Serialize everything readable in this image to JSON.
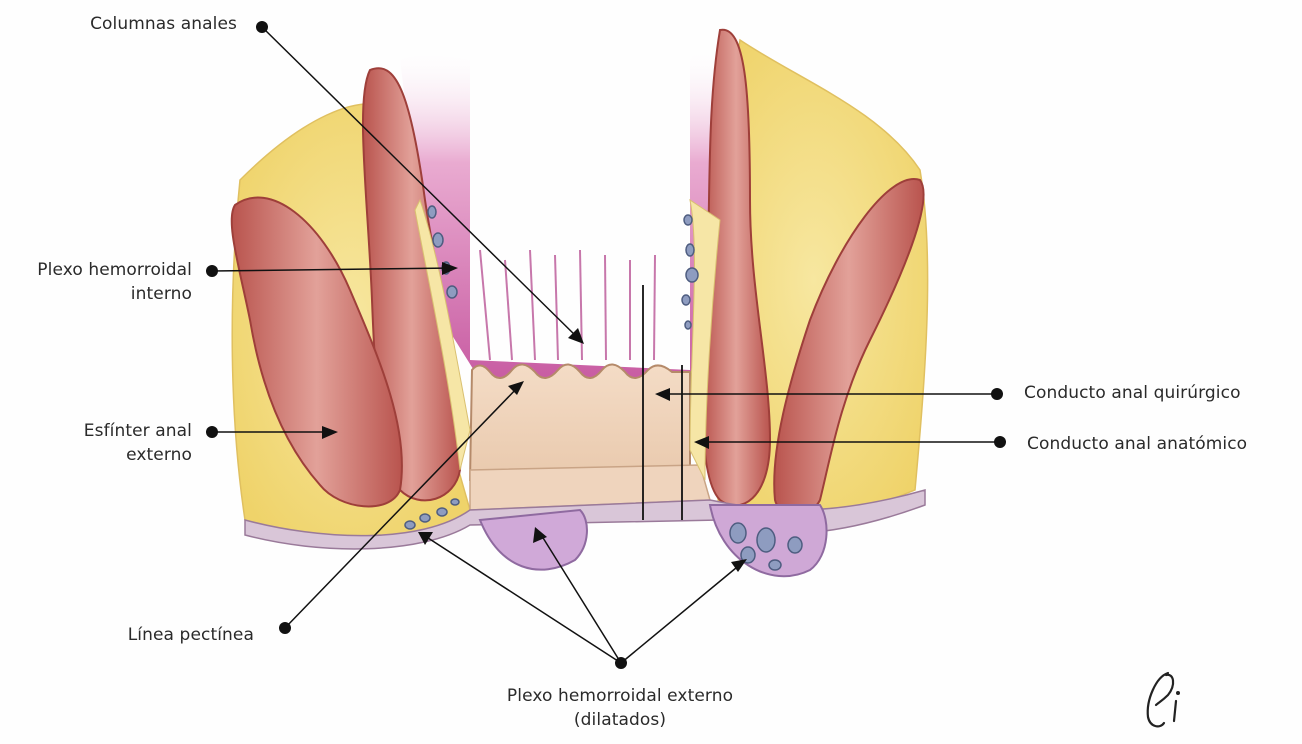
{
  "labels": {
    "columnas_anales": "Columnas anales",
    "plexo_interno_1": "Plexo hemorroidal",
    "plexo_interno_2": "interno",
    "esfinter_1": "Esfínter anal",
    "esfinter_2": "externo",
    "linea_pectinea": "Línea pectínea",
    "conducto_quirurgico": "Conducto anal quirúrgico",
    "conducto_anatomico": "Conducto anal anatómico",
    "plexo_externo_1": "Plexo hemorroidal externo",
    "plexo_externo_2": "(dilatados)"
  },
  "colors": {
    "muscle": "#c9675e",
    "muscle_light": "#e3a49a",
    "fat": "#f3df83",
    "mucosa": "#c94fa0",
    "canal": "#f1d6bf",
    "vein": "#7a8aab",
    "line": "#111111"
  },
  "icons": {
    "signature": "signature-mark"
  }
}
